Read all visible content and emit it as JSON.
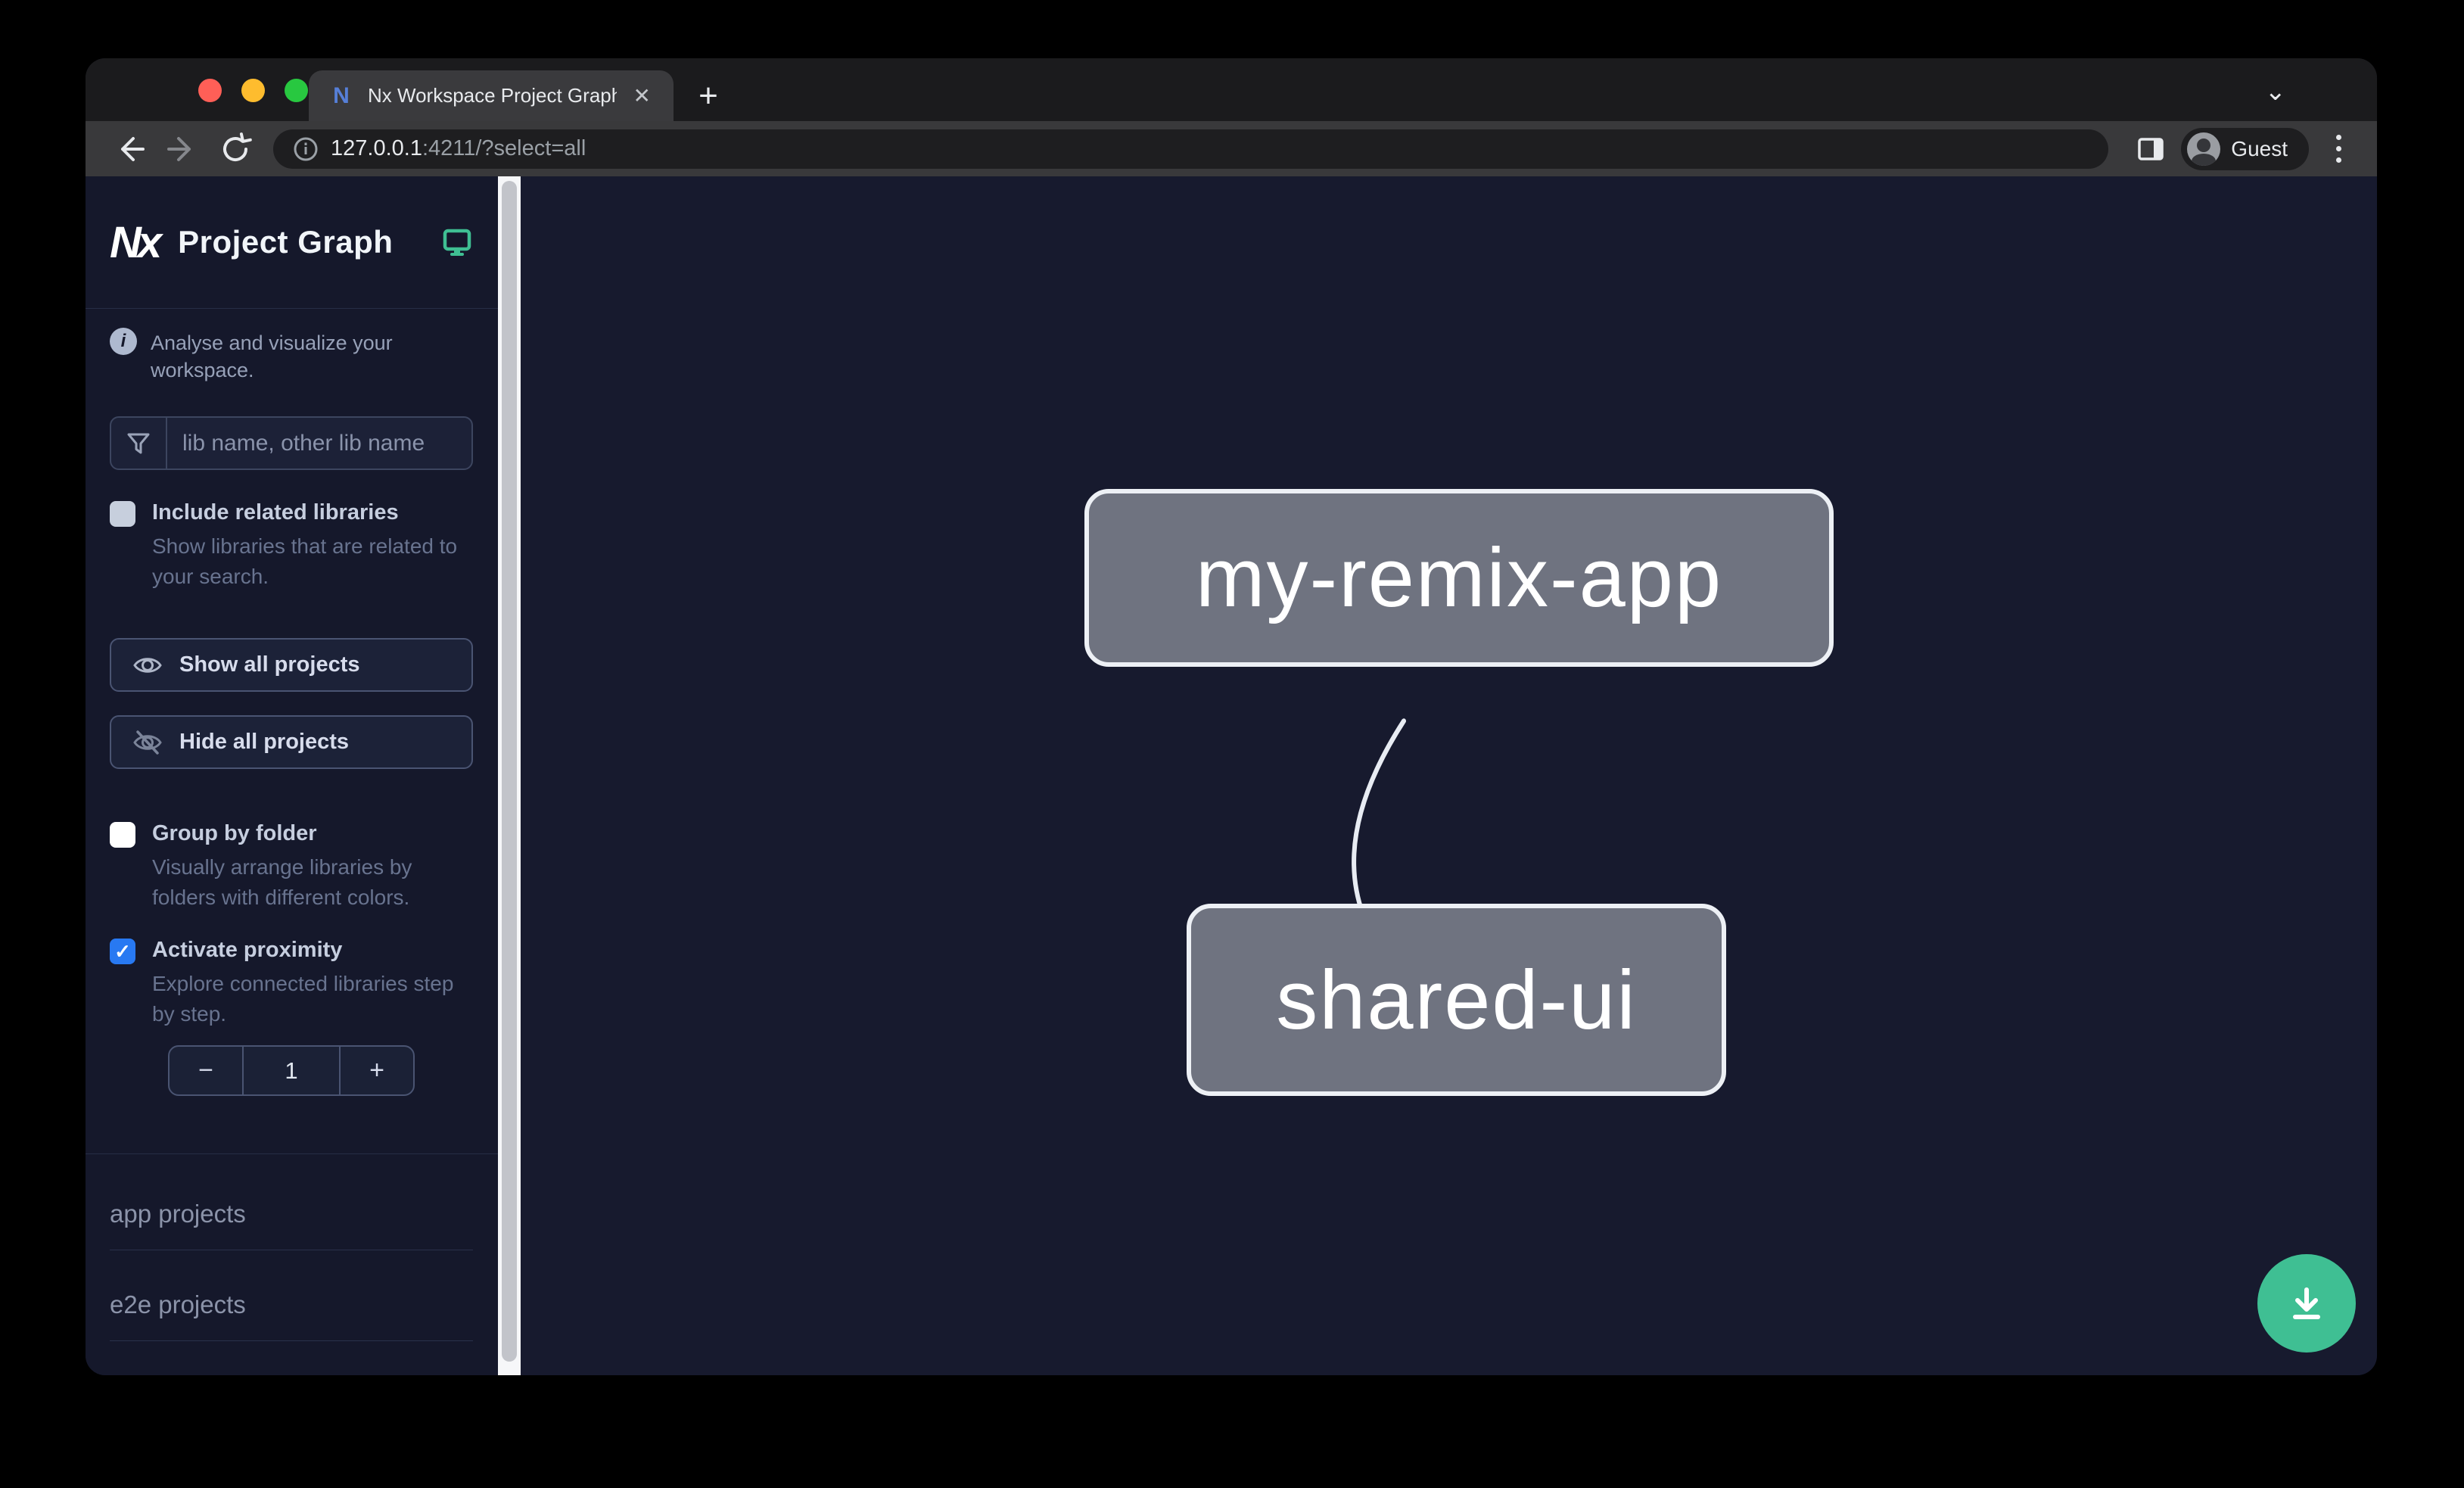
{
  "browser": {
    "tab_title": "Nx Workspace Project Graph",
    "url_host": "127.0.0.1",
    "url_rest": ":4211/?select=all",
    "profile_label": "Guest"
  },
  "icons": {
    "close_tab": "✕",
    "new_tab": "+",
    "tab_chevron": "⌄",
    "favicon_glyph": "N",
    "info_glyph": "i",
    "checkmark": "✓",
    "stepper_minus": "−",
    "stepper_plus": "+"
  },
  "sidebar": {
    "logo_text": "Nx",
    "app_title": "Project Graph",
    "tagline": "Analyse and visualize your workspace.",
    "search": {
      "placeholder": "lib name, other lib name"
    },
    "toggles": [
      {
        "label": "Include related libraries",
        "description": "Show libraries that are related to your search.",
        "checked": false
      },
      {
        "label": "Group by folder",
        "description": "Visually arrange libraries by folders with different colors.",
        "checked": false
      },
      {
        "label": "Activate proximity",
        "description": "Explore connected libraries step by step.",
        "checked": true
      }
    ],
    "buttons": [
      {
        "label": "Show all projects"
      },
      {
        "label": "Hide all projects"
      }
    ],
    "proximity_stepper": {
      "value": "1"
    },
    "sections": [
      {
        "label": "app projects"
      },
      {
        "label": "e2e projects"
      }
    ]
  },
  "graph": {
    "nodes": [
      {
        "id": "my-remix-app"
      },
      {
        "id": "shared-ui"
      }
    ],
    "edges": [
      {
        "from": "my-remix-app",
        "to": "shared-ui"
      }
    ]
  },
  "colors": {
    "accent_teal": "#3fbf93",
    "checkbox_blue": "#2879f2",
    "node_fill": "#6f7380",
    "node_border": "#edf0f5",
    "canvas_bg": "#171a2e",
    "sidebar_bg": "#15182b"
  }
}
